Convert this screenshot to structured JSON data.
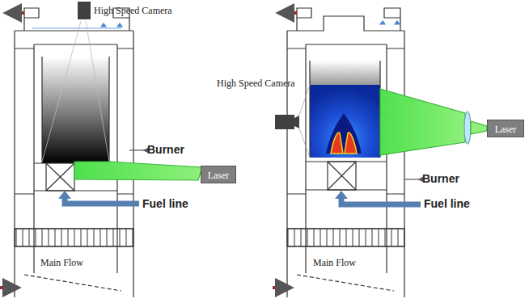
{
  "diagram": {
    "nodes": [
      {
        "text": [
          "High Speed Camera"
        ]
      },
      {
        "text": [
          "Laser"
        ]
      },
      {
        "text": [
          "High Speed Camera"
        ]
      },
      {
        "text": [
          "Laser"
        ]
      }
    ],
    "labels": [
      "Burner",
      "Fuel line",
      "Main Flow",
      "Burner",
      "Fuel line",
      "Main Flow"
    ]
  }
}
